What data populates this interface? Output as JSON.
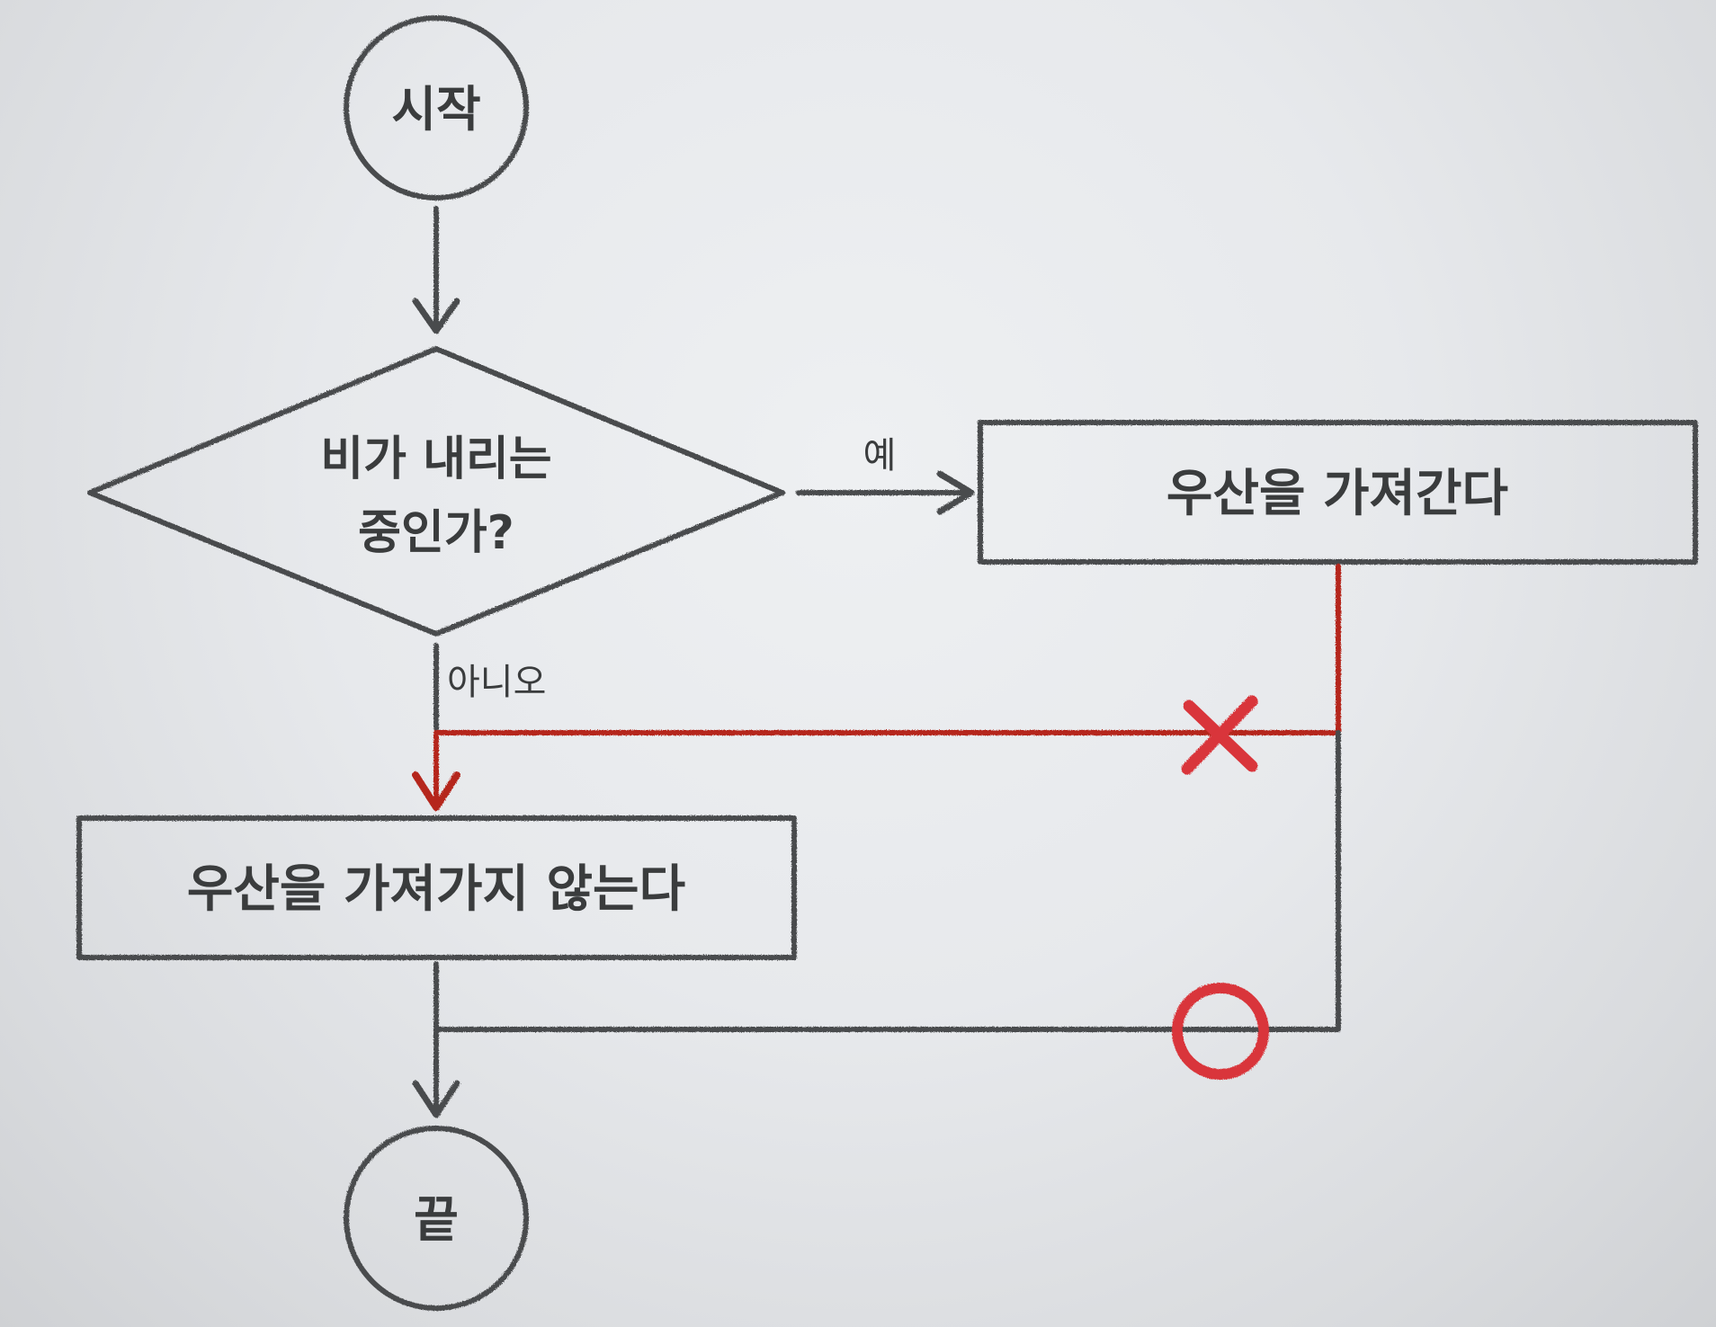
{
  "nodes": {
    "start": "시작",
    "decision_line1": "비가 내리는",
    "decision_line2": "중인가?",
    "take_umbrella": "우산을 가져간다",
    "no_umbrella": "우산을 가져가지 않는다",
    "end": "끝"
  },
  "edges": {
    "yes_label": "예",
    "no_label": "아니오"
  },
  "marks": {
    "wrong_mark": "x-mark-icon",
    "correct_mark": "o-mark-icon"
  },
  "colors": {
    "stroke": "#4a4c4d",
    "text": "#3a3c3d",
    "wrong_path": "#b5281e",
    "marker": "#d9363a"
  }
}
